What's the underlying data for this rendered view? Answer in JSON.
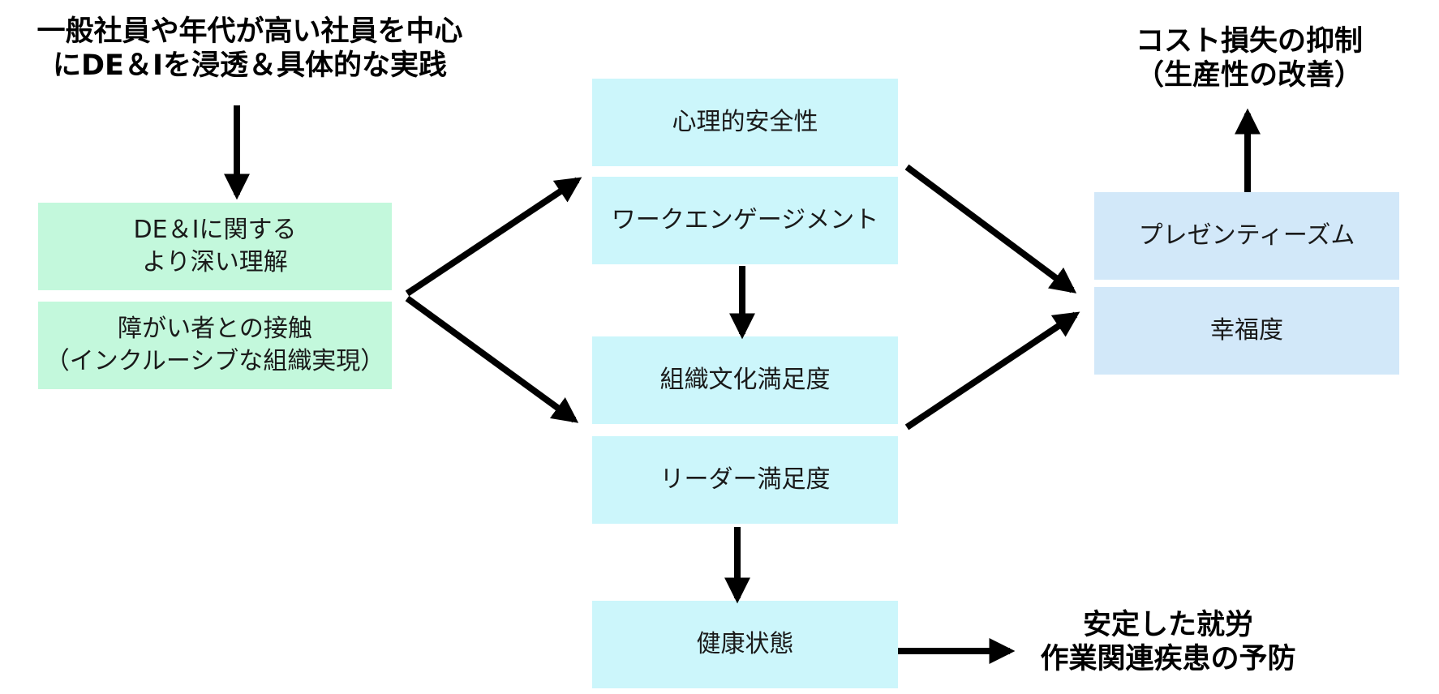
{
  "headings": {
    "top_left": "一般社員や年代が高い社員を中心\nにDE＆Iを浸透＆具体的な実践",
    "top_right": "コスト損失の抑制\n（生産性の改善）",
    "bottom_right": "安定した就労\n作業関連疾患の予防"
  },
  "left_boxes": [
    {
      "label": "DE＆Iに関する\nより深い理解"
    },
    {
      "label": "障がい者との接触\n（インクルーシブな組織実現）"
    }
  ],
  "middle_boxes": [
    {
      "label": "心理的安全性"
    },
    {
      "label": "ワークエンゲージメント"
    },
    {
      "label": "組織文化満足度"
    },
    {
      "label": "リーダー満足度"
    },
    {
      "label": "健康状態"
    }
  ],
  "right_boxes": [
    {
      "label": "プレゼンティーズム"
    },
    {
      "label": "幸福度"
    }
  ],
  "colors": {
    "green_box": "#c3f8dc",
    "cyan_box": "#ccf6fb",
    "blue_box": "#d2e8f9",
    "arrow": "#000000"
  }
}
